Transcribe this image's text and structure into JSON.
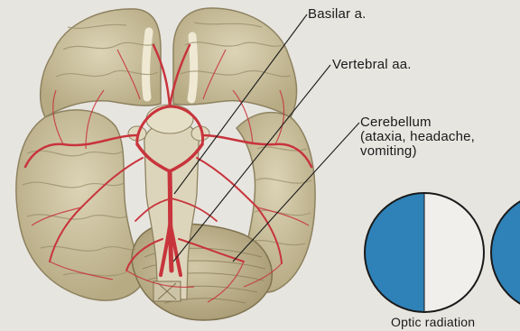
{
  "labels": {
    "basilar": "Basilar a.",
    "vertebral": "Vertebral aa.",
    "cerebellum_line1": "Cerebellum",
    "cerebellum_line2": "(ataxia, headache,",
    "cerebellum_line3": "vomiting)",
    "optic_radiation": "Optic radiation"
  },
  "colors": {
    "background": "#e7e5e0",
    "brain_tissue": "#cfc6a6",
    "brain_shadow": "#a89c77",
    "artery": "#c8343c",
    "field_defect_blue": "#2f82b8"
  }
}
